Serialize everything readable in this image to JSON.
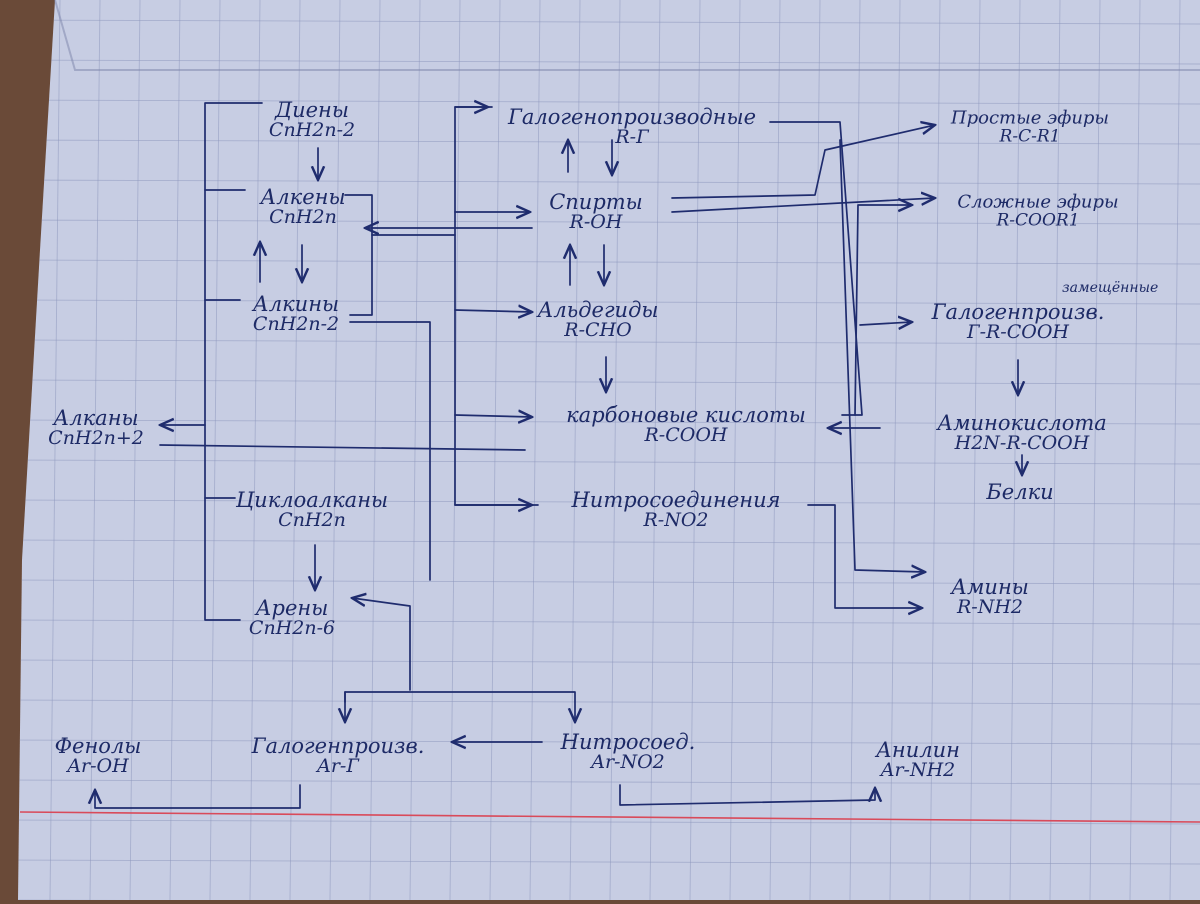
{
  "nodes": {
    "dienes": {
      "name": "Диены",
      "formula": "CnH2n-2"
    },
    "alkenes": {
      "name": "Алкены",
      "formula": "CnH2n"
    },
    "alkynes": {
      "name": "Алкины",
      "formula": "CnH2n-2"
    },
    "alkanes": {
      "name": "Алканы",
      "formula": "CnH2n+2"
    },
    "cycloalkanes": {
      "name": "Циклоалканы",
      "formula": "CnH2n"
    },
    "arenes": {
      "name": "Арены",
      "formula": "CnH2n-6"
    },
    "haloderivatives": {
      "name": "Галогенопроизводные",
      "formula": "R-Г"
    },
    "alcohols": {
      "name": "Спирты",
      "formula": "R-OH"
    },
    "aldehydes": {
      "name": "Альдегиды",
      "formula": "R-CHO"
    },
    "carboxylic_acids": {
      "name": "карбоновые кислоты",
      "formula": "R-COOH"
    },
    "nitro_compounds": {
      "name": "Нитросоединения",
      "formula": "R-NO2"
    },
    "ethers": {
      "name": "Простые эфиры",
      "formula": "R-C-R1"
    },
    "esters": {
      "name": "Сложные эфиры",
      "formula": "R-COOR1"
    },
    "halo_acids": {
      "name": "Галогенпроизв.",
      "formula": "Г-R-COOH",
      "note": "замещённые"
    },
    "amino_acids": {
      "name": "Аминокислота",
      "formula": "H2N-R-COOH"
    },
    "proteins": {
      "name": "Белки",
      "formula": ""
    },
    "amines": {
      "name": "Амины",
      "formula": "R-NH2"
    },
    "phenols": {
      "name": "Фенолы",
      "formula": "Ar-OH"
    },
    "aryl_halides": {
      "name": "Галогенпроизв.",
      "formula": "Ar-Г"
    },
    "aryl_nitro": {
      "name": "Нитросоед.",
      "formula": "Ar-NO2"
    },
    "anilines": {
      "name": "Анилин",
      "formula": "Ar-NH2"
    }
  },
  "colors": {
    "ink": "#1d2a66",
    "paper": "#c7cde3",
    "grid": "#8d97bd",
    "margin": "#d94a5a",
    "background": "#6a4a38"
  }
}
